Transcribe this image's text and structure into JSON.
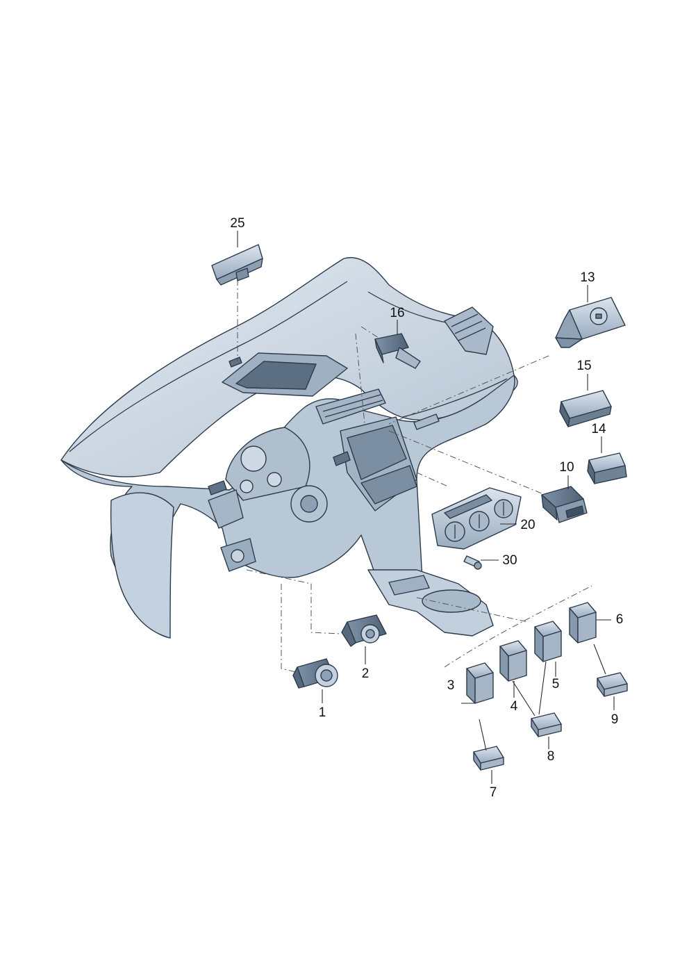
{
  "diagram": {
    "callouts": [
      {
        "id": "1",
        "label": "1"
      },
      {
        "id": "2",
        "label": "2"
      },
      {
        "id": "3",
        "label": "3"
      },
      {
        "id": "4",
        "label": "4"
      },
      {
        "id": "5",
        "label": "5"
      },
      {
        "id": "6",
        "label": "6"
      },
      {
        "id": "7",
        "label": "7"
      },
      {
        "id": "8",
        "label": "8"
      },
      {
        "id": "9",
        "label": "9"
      },
      {
        "id": "10",
        "label": "10"
      },
      {
        "id": "13",
        "label": "13"
      },
      {
        "id": "14",
        "label": "14"
      },
      {
        "id": "15",
        "label": "15"
      },
      {
        "id": "16",
        "label": "16"
      },
      {
        "id": "20",
        "label": "20"
      },
      {
        "id": "25",
        "label": "25"
      },
      {
        "id": "30",
        "label": "30"
      }
    ]
  },
  "colors": {
    "part_fill": "#c9d6e3",
    "part_dark": "#8fa2b5",
    "part_light": "#e6edf4",
    "outline": "#2c3a4a",
    "label": "#111111"
  }
}
